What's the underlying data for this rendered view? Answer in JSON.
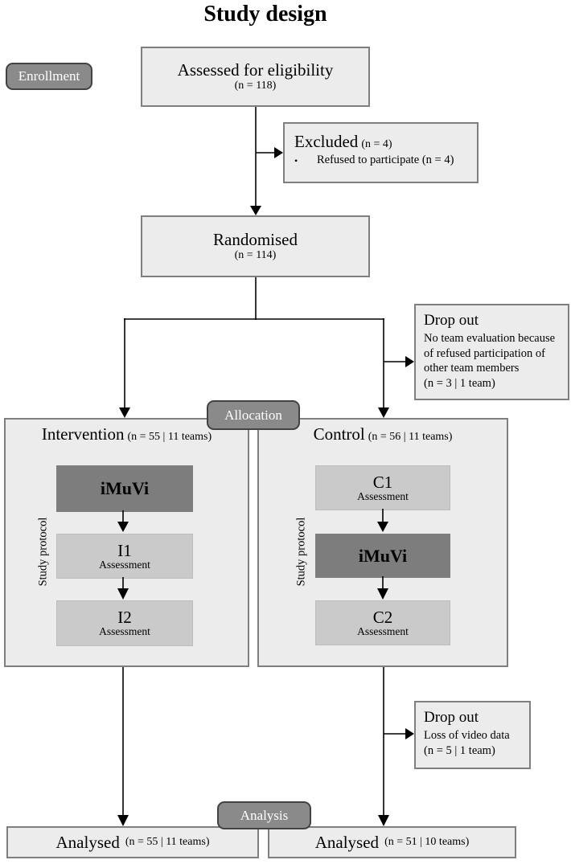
{
  "title": "Study design",
  "stages": {
    "enrollment_label": "Enrollment",
    "allocation_label": "Allocation",
    "analysis_label": "Analysis"
  },
  "boxes": {
    "assessed": {
      "title": "Assessed for eligibility",
      "n": "(n = 118)"
    },
    "excluded": {
      "title": "Excluded",
      "n": "(n = 4)",
      "bullet_marker": "•",
      "bullet_text": "Refused to participate (n = 4)"
    },
    "randomised": {
      "title": "Randomised",
      "n": "(n = 114)"
    },
    "dropout1": {
      "title": "Drop out",
      "body": "No team evaluation because of refused participation of other team members",
      "n": "(n = 3 | 1 team)"
    },
    "dropout2": {
      "title": "Drop out",
      "body": "Loss of video data",
      "n": "(n = 5 | 1 team)"
    },
    "analysed_left": {
      "title": "Analysed",
      "n": "(n = 55 | 11 teams)"
    },
    "analysed_right": {
      "title": "Analysed",
      "n": "(n = 51 | 10 teams)"
    }
  },
  "columns": {
    "intervention": {
      "title": "Intervention",
      "n": "(n = 55 | 11 teams)",
      "side_label": "Study protocol",
      "steps": [
        {
          "label": "iMuVi",
          "sub": ""
        },
        {
          "label": "I1",
          "sub": "Assessment"
        },
        {
          "label": "I2",
          "sub": "Assessment"
        }
      ]
    },
    "control": {
      "title": "Control",
      "n": "(n = 56 | 11 teams)",
      "side_label": "Study protocol",
      "steps": [
        {
          "label": "C1",
          "sub": "Assessment"
        },
        {
          "label": "iMuVi",
          "sub": ""
        },
        {
          "label": "C2",
          "sub": "Assessment"
        }
      ]
    }
  },
  "colors": {
    "box_fill": "#ececec",
    "box_border": "#7f7f7f",
    "step_light_fill": "#cacaca",
    "step_light_border": "#bdbdbd",
    "step_dark_fill": "#7d7d7d",
    "pill_fill": "#8a8a8a",
    "pill_border": "#424242",
    "pill_text": "#ffffff",
    "line": "#000000"
  }
}
